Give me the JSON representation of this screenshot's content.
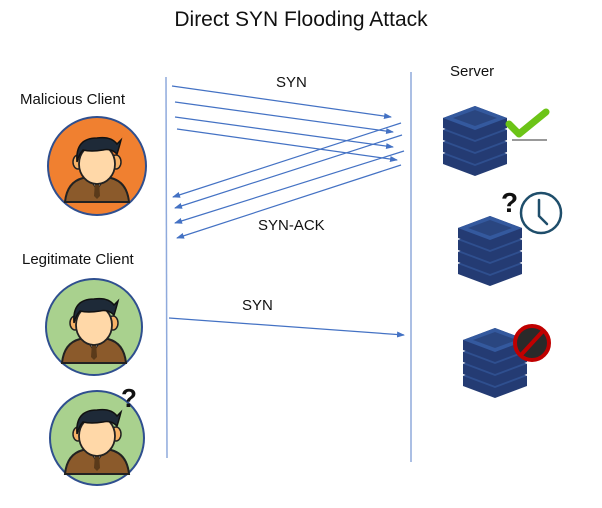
{
  "title": "Direct SYN Flooding Attack",
  "actors": {
    "malicious_client": {
      "label": "Malicious Client",
      "color": "#f08030"
    },
    "legitimate_client": {
      "label": "Legitimate Client",
      "color": "#a9d18e"
    },
    "server": {
      "label": "Server",
      "color": "#2f4f8f"
    }
  },
  "messages": {
    "syn_flood_label": "SYN",
    "syn_ack_label": "SYN-ACK",
    "legit_syn_label": "SYN",
    "syn_flood_count": 4,
    "syn_ack_count": 4
  },
  "server_states": [
    {
      "state": "accepting",
      "icon": "checkmark-icon"
    },
    {
      "state": "waiting",
      "icon": "clock-icon"
    },
    {
      "state": "unavailable",
      "icon": "forbidden-icon"
    }
  ],
  "colors": {
    "arrow": "#4472c4",
    "lifeline": "#8faadc",
    "check": "#6cc417",
    "forbidden": "#c00000"
  }
}
